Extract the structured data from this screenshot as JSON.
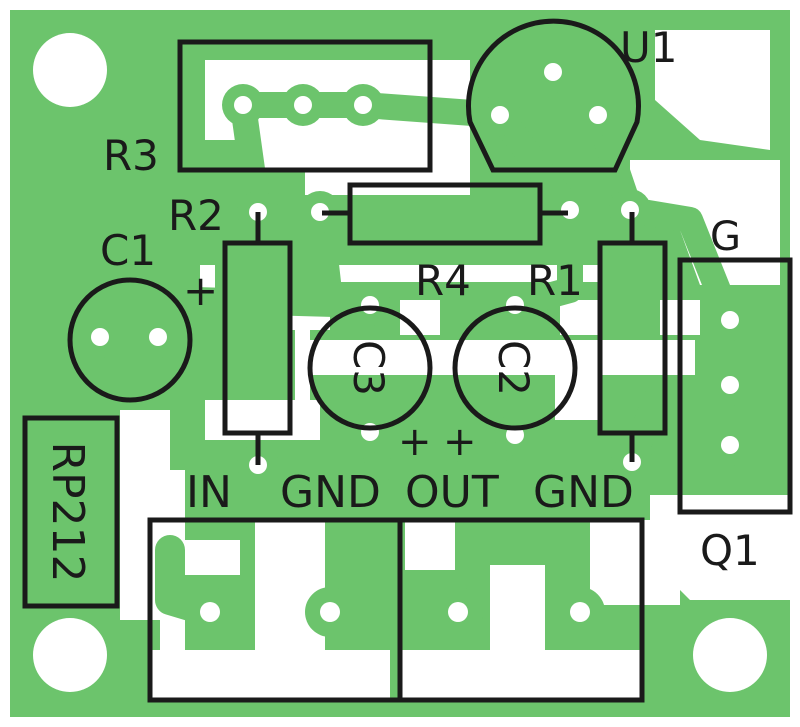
{
  "colors": {
    "copper": "#6cc46c",
    "board": "#ffffff",
    "silkscreen": "#1a1a1a"
  },
  "board": {
    "designator": "RP212"
  },
  "components": {
    "u1": "U1",
    "r1": "R1",
    "r2": "R2",
    "r3": "R3",
    "r4": "R4",
    "c1": "C1",
    "c2": "C2",
    "c3": "C3",
    "q1": "Q1"
  },
  "markings": {
    "g": "G",
    "plus": "+"
  },
  "connectors": {
    "in": "IN",
    "gnd_left": "GND",
    "out": "OUT",
    "gnd_right": "GND"
  }
}
